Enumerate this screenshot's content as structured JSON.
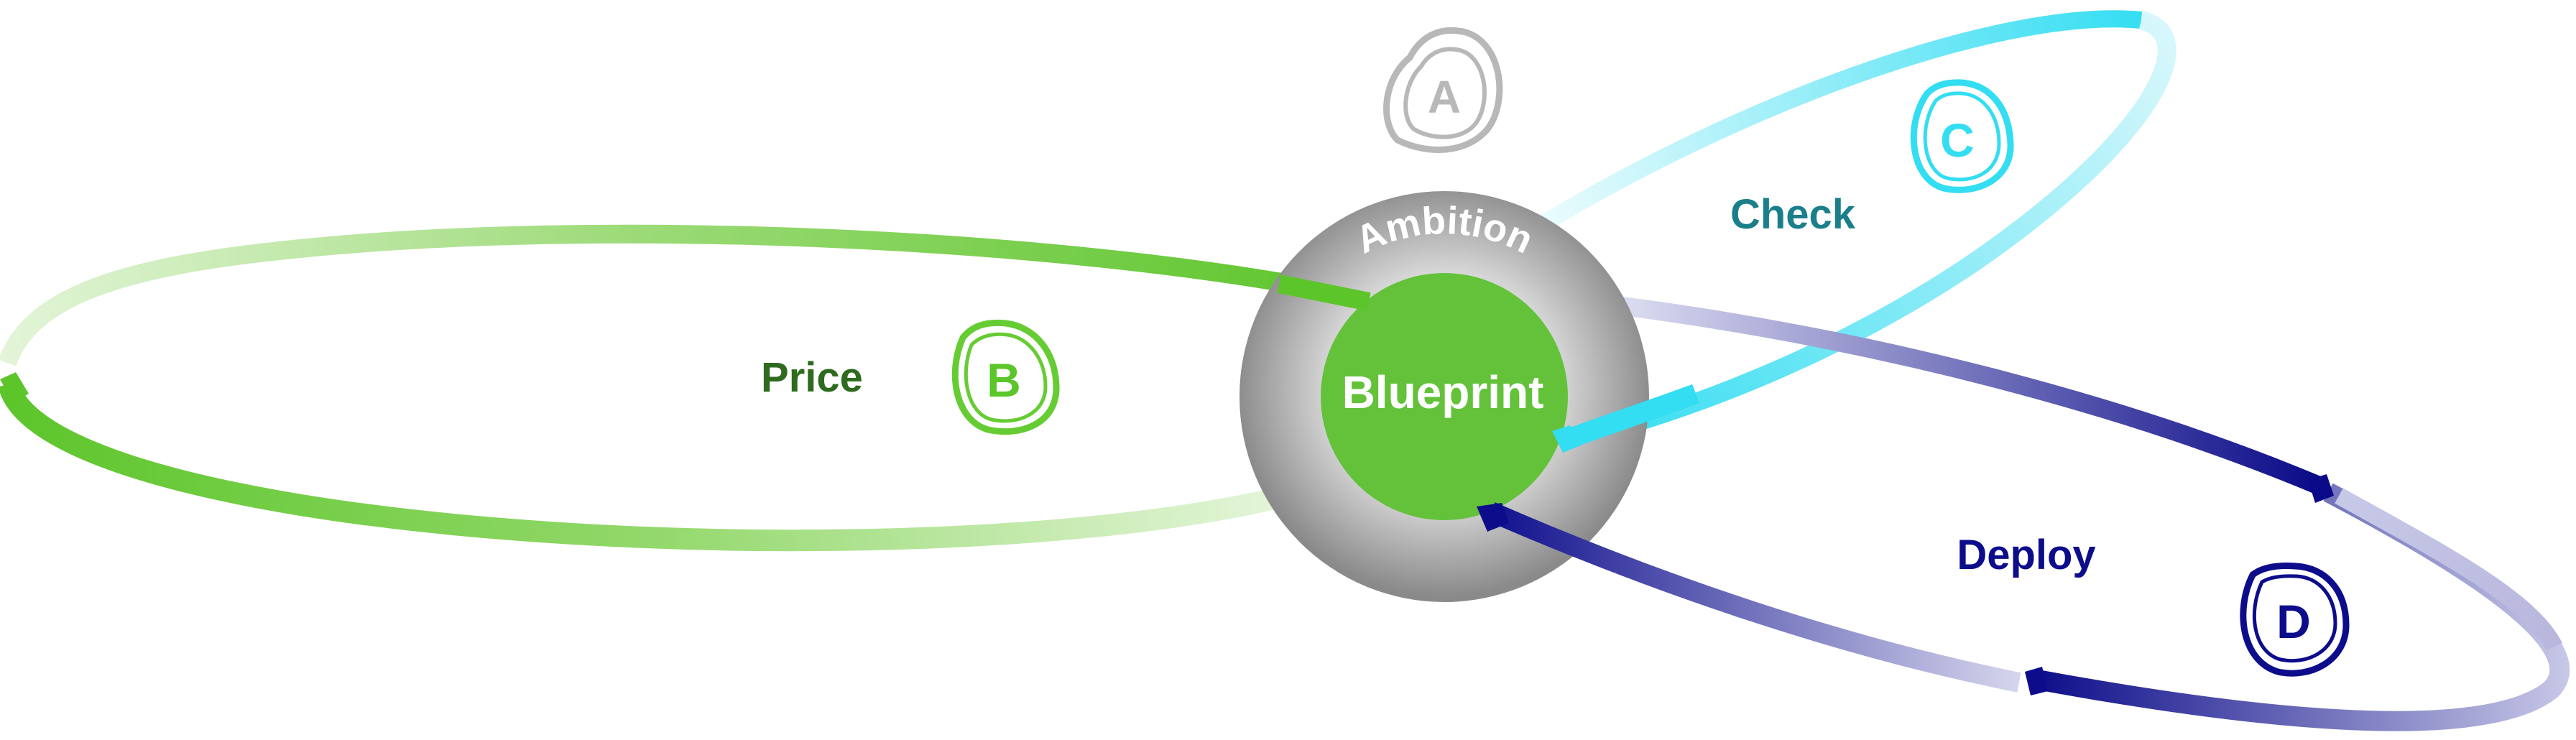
{
  "center": {
    "label": "Blueprint",
    "ring_label": "Ambition"
  },
  "loops": [
    {
      "key": "A",
      "label": "",
      "color": "#b8b8b8"
    },
    {
      "key": "B",
      "label": "Price",
      "color": "#66cc33",
      "label_color": "#2e6b1f"
    },
    {
      "key": "C",
      "label": "Check",
      "color": "#33ddee",
      "label_color": "#1a7f8a"
    },
    {
      "key": "D",
      "label": "Deploy",
      "color": "#0d0d8c",
      "label_color": "#0d0d8c"
    }
  ],
  "colors": {
    "core_green": "#66c23a",
    "ring_gray": "#9a9a9a",
    "price_green": "#66cc33",
    "check_cyan": "#33ddee",
    "deploy_navy": "#0d0d8c",
    "badge_gray": "#b8b8b8"
  },
  "icons": [
    "badge-a-icon",
    "badge-b-icon",
    "badge-c-icon",
    "badge-d-icon"
  ]
}
